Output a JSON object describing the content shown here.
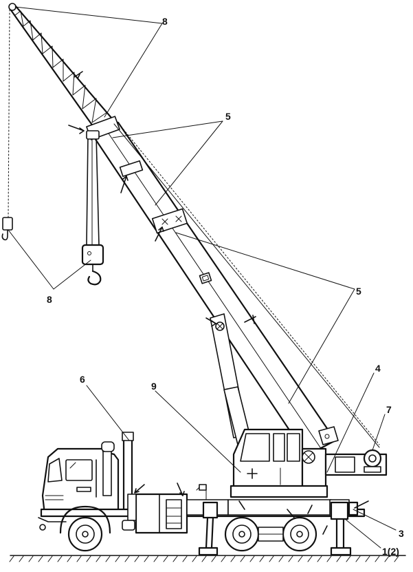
{
  "diagram": {
    "labels": [
      {
        "id": "label-8-top",
        "text": "8"
      },
      {
        "id": "label-5-top",
        "text": "5"
      },
      {
        "id": "label-8-bottom",
        "text": "8"
      },
      {
        "id": "label-5-right",
        "text": "5"
      },
      {
        "id": "label-4",
        "text": "4"
      },
      {
        "id": "label-6",
        "text": "6"
      },
      {
        "id": "label-9",
        "text": "9"
      },
      {
        "id": "label-7",
        "text": "7"
      },
      {
        "id": "label-3",
        "text": "3"
      },
      {
        "id": "label-1-2",
        "text": "1(2)"
      }
    ],
    "colors": {
      "ink": "#111111",
      "paper": "#ffffff"
    }
  }
}
